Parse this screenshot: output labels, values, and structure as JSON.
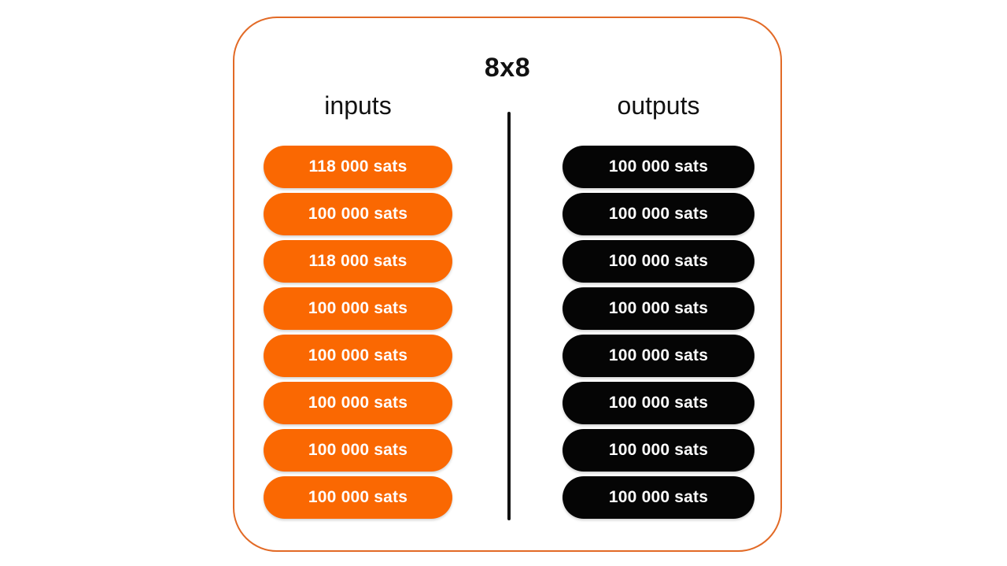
{
  "title": "8x8",
  "inputs": {
    "label": "inputs",
    "items": [
      "118 000 sats",
      "100 000 sats",
      "118 000 sats",
      "100 000 sats",
      "100 000 sats",
      "100 000 sats",
      "100 000 sats",
      "100 000 sats"
    ]
  },
  "outputs": {
    "label": "outputs",
    "items": [
      "100 000 sats",
      "100 000 sats",
      "100 000 sats",
      "100 000 sats",
      "100 000 sats",
      "100 000 sats",
      "100 000 sats",
      "100 000 sats"
    ]
  },
  "colors": {
    "background": "#FFFFFF",
    "frame_border": "#E26A26",
    "input_pill": "#FA6802",
    "output_pill": "#050505",
    "pill_text": "#FFFFFF",
    "divider": "#111111",
    "heading_text": "#111111"
  }
}
